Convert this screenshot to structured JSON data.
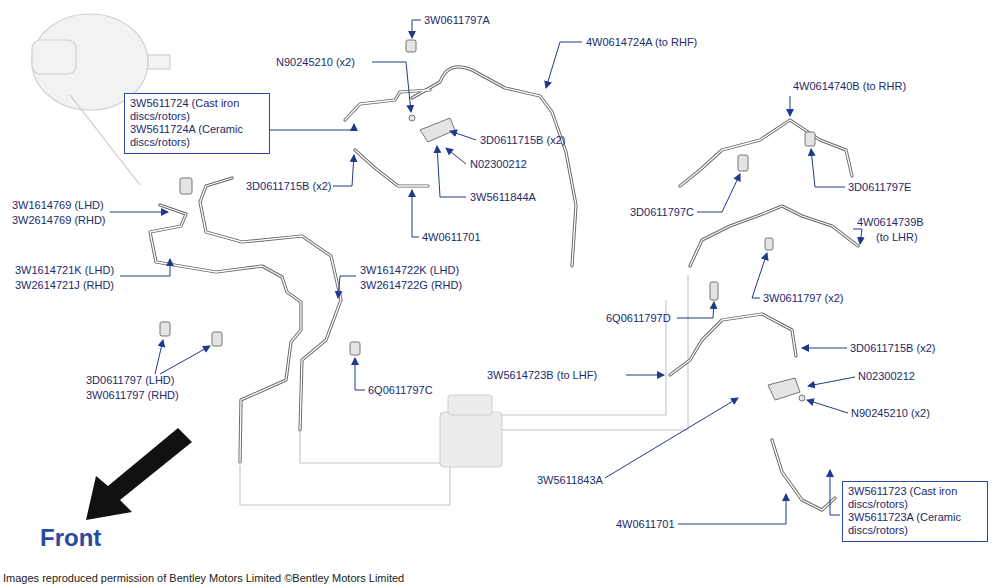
{
  "diagram": {
    "nodes": [
      {
        "text": [
          "3W5611724 (Cast iron discs/rotors)",
          "3W5611724A (Ceramic discs/rotors)"
        ]
      },
      {
        "text": [
          "3W5611723 (Cast iron discs/rotors)",
          "3W5611723A (Ceramic discs/rotors)"
        ]
      }
    ],
    "edges": [],
    "labels": [
      "3W0611797A",
      "N90245210 (x2)",
      "4W0614724A (to RHF)",
      "3D0611715B (x2)",
      "N02300212",
      "3W5611844A",
      "4W0611701",
      "3D0611715B (x2)",
      "3W1614769 (LHD)",
      "3W2614769 (RHD)",
      "3W1614721K (LHD)",
      "3W2614721J (RHD)",
      "3W1614722K (LHD)",
      "3W2614722G (RHD)",
      "3D0611797 (LHD)",
      "3W0611797 (RHD)",
      "6Q0611797C",
      "4W0614740B (to RHR)",
      "3D0611797E",
      "3D0611797C",
      "4W0614739B",
      "(to LHR)",
      "3W0611797 (x2)",
      "6Q0611797D",
      "3D0611715B (x2)",
      "3W5614723B (to LHF)",
      "N02300212",
      "N90245210 (x2)",
      "3W5611843A",
      "4W0611701",
      "Front",
      "Images reproduced permission of Bentley Motors Limited ©Bentley Motors Limited"
    ]
  }
}
